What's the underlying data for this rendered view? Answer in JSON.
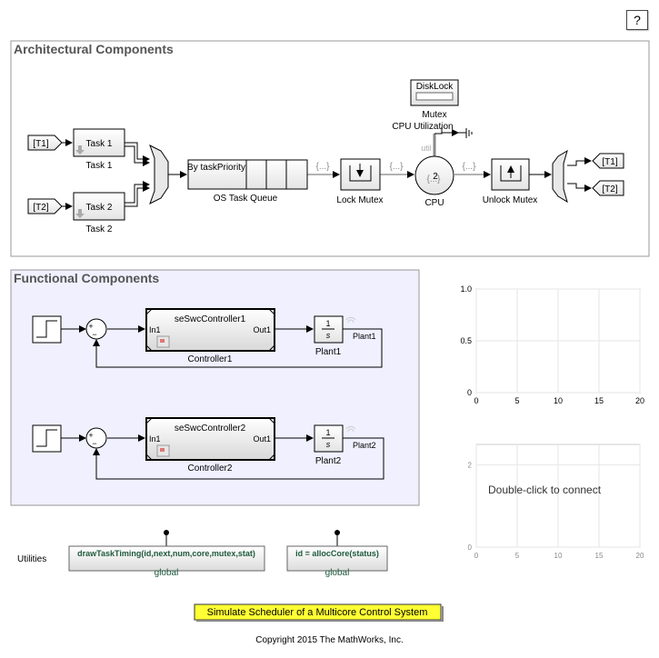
{
  "help": {
    "label": "?"
  },
  "areas": {
    "architectural": "Architectural Components",
    "functional": "Functional Components"
  },
  "architecture": {
    "tag_t1": "[T1]",
    "tag_t2": "[T2]",
    "task1_name": "Task 1",
    "task2_name": "Task 2",
    "queue_label": "By taskPriority",
    "queue_name": "OS Task Queue",
    "lock_mutex": "Lock Mutex",
    "unlock_mutex": "Unlock Mutex",
    "cpu_name": "CPU",
    "cpu_count": "2",
    "cpu_util_port": "util",
    "cpu_util_label": "CPU Utilization",
    "mutex_block": "DiskLock",
    "mutex_name": "Mutex",
    "bus_signal": "{...}",
    "out_t1": "[T1]",
    "out_t2": "[T2]"
  },
  "functional": {
    "sum_plus": "+",
    "sum_minus": "−",
    "controller1_title": "seSwcController1",
    "controller1_in": "In1",
    "controller1_out": "Out1",
    "controller1_name": "Controller1",
    "controller2_title": "seSwcController2",
    "controller2_in": "In1",
    "controller2_out": "Out1",
    "controller2_name": "Controller2",
    "plant_num": "1",
    "plant_den": "s",
    "plant1_name": "Plant1",
    "plant1_out": "Plant1",
    "plant2_name": "Plant2",
    "plant2_out": "Plant2"
  },
  "utilities": {
    "label": "Utilities",
    "func1": "drawTaskTiming(id,next,num,core,mutex,stat)",
    "func1_scope": "global",
    "func2": "id = allocCore(status)",
    "func2_scope": "global"
  },
  "sim_button": "Simulate Scheduler of a Multicore Control System",
  "copyright": "Copyright 2015 The MathWorks, Inc.",
  "chart_data": [
    {
      "type": "line",
      "series": [],
      "xlim": [
        0,
        20
      ],
      "ylim": [
        0,
        1
      ],
      "xticks": [
        "0",
        "5",
        "10",
        "15",
        "20"
      ],
      "yticks": [
        "0",
        "0.5",
        "1.0"
      ],
      "grid": true
    },
    {
      "type": "line",
      "series": [],
      "xlim": [
        0,
        20
      ],
      "ylim": [
        0,
        2.5
      ],
      "xticks": [
        "0",
        "5",
        "10",
        "15",
        "20"
      ],
      "yticks": [
        "0",
        "2"
      ],
      "grid": true,
      "annotation": "Double-click to connect"
    }
  ]
}
